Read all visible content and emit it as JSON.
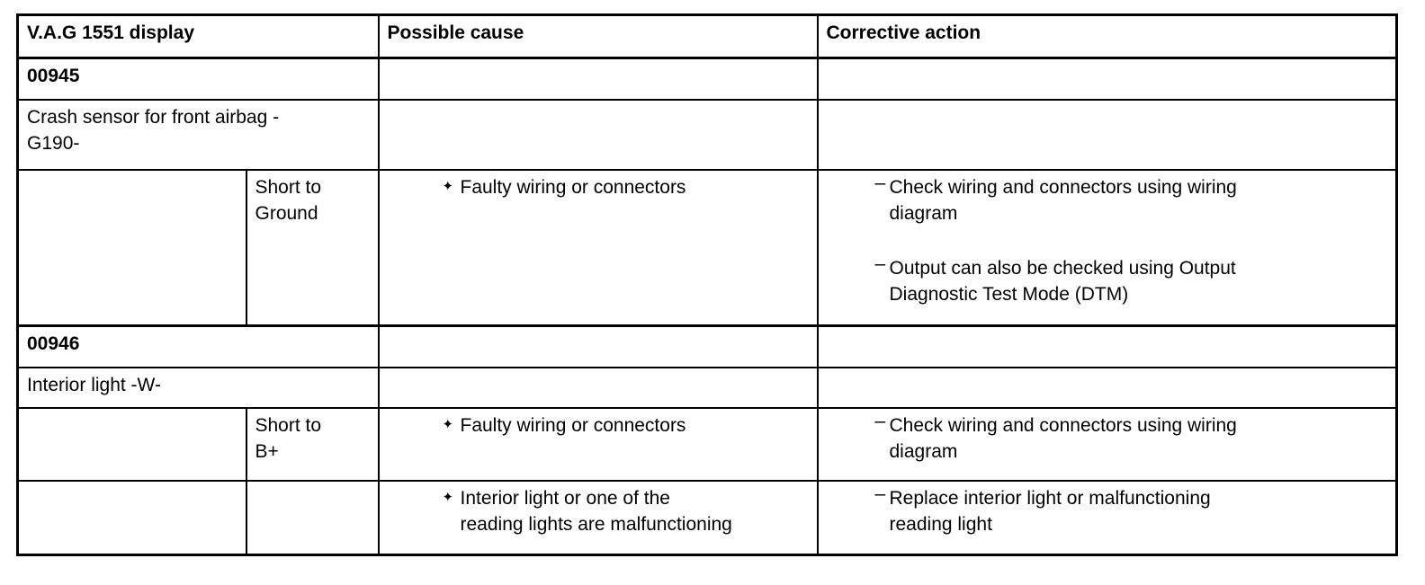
{
  "glyphs": {
    "cause_bullet": "✦",
    "action_bullet": "–"
  },
  "colors": {
    "text": "#000000",
    "border": "#000000",
    "background": "#ffffff"
  },
  "header": {
    "col1": "V.A.G 1551 display",
    "col2": "Possible cause",
    "col3": "Corrective action"
  },
  "sections": [
    {
      "code": "00945",
      "description": "Crash sensor for front airbag -\nG190-",
      "rows": [
        {
          "condition": "Short to\nGround",
          "causes": [
            "Faulty wiring or connectors"
          ],
          "actions": [
            "Check wiring and connectors using wiring\ndiagram",
            "Output can also be checked using Output\nDiagnostic Test Mode (DTM)"
          ]
        }
      ]
    },
    {
      "code": "00946",
      "description": "Interior light -W-",
      "rows": [
        {
          "condition": "Short to\nB+",
          "causes": [
            "Faulty wiring or connectors"
          ],
          "actions": [
            "Check wiring and connectors using wiring\ndiagram"
          ]
        },
        {
          "condition": "",
          "causes": [
            "Interior light or one of the\nreading lights are malfunctioning"
          ],
          "actions": [
            "Replace interior light or malfunctioning\nreading light"
          ]
        }
      ]
    }
  ]
}
